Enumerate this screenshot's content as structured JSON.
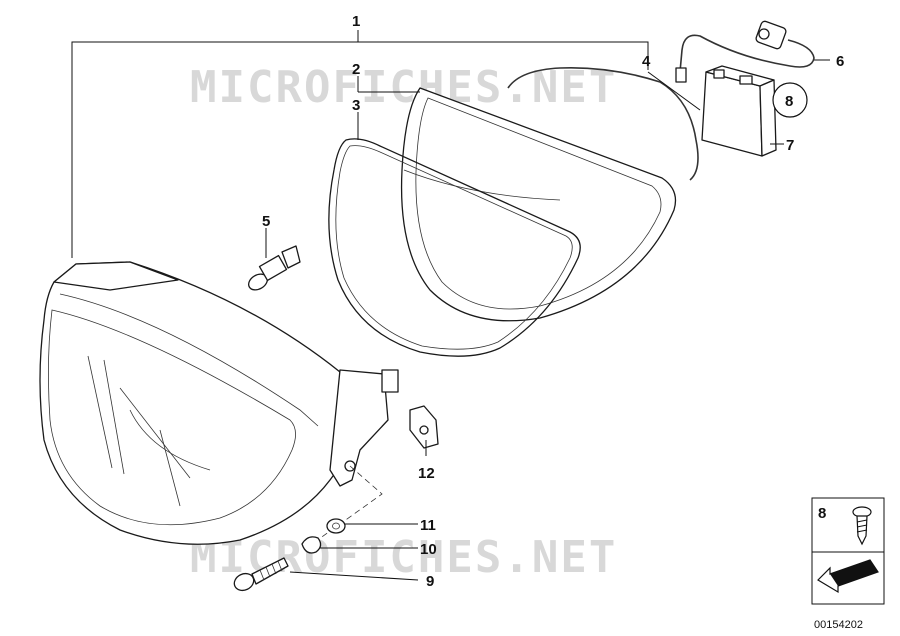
{
  "callouts": {
    "c1": "1",
    "c2": "2",
    "c3": "3",
    "c4": "4",
    "c5": "5",
    "c6": "6",
    "c7": "7",
    "c8": "8",
    "c9": "9",
    "c10": "10",
    "c11": "11",
    "c12": "12"
  },
  "inset": {
    "label": "8"
  },
  "diagram_number": "00154202",
  "watermark_top": "MICROFICHES.NET",
  "watermark_bottom": "MICROFICHES.NET"
}
